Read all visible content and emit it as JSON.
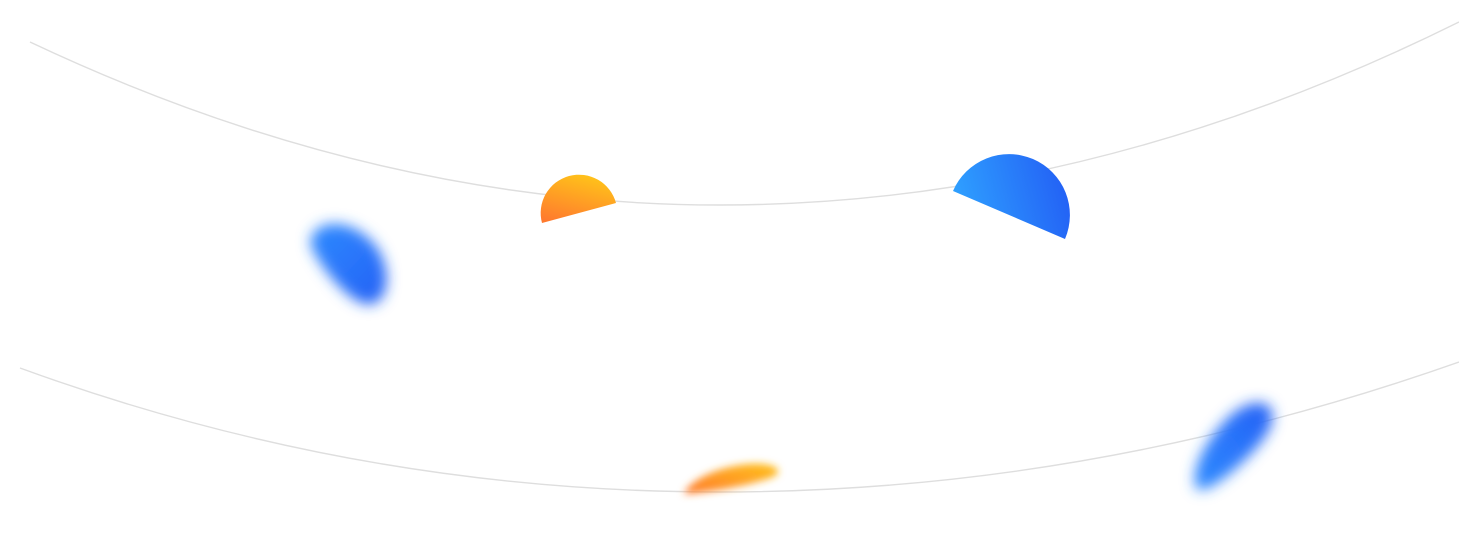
{
  "scene": {
    "background_color": "#ffffff",
    "arc_color": "#dedede",
    "colors": {
      "orange_light": "#ffc21a",
      "orange_dark": "#ff7a2e",
      "blue_light": "#2fa2ff",
      "blue_dark": "#2360f5"
    },
    "shapes": [
      "half-circle-orange",
      "half-circle-blue",
      "blurred-blob-blue",
      "blurred-blob-orange"
    ]
  }
}
